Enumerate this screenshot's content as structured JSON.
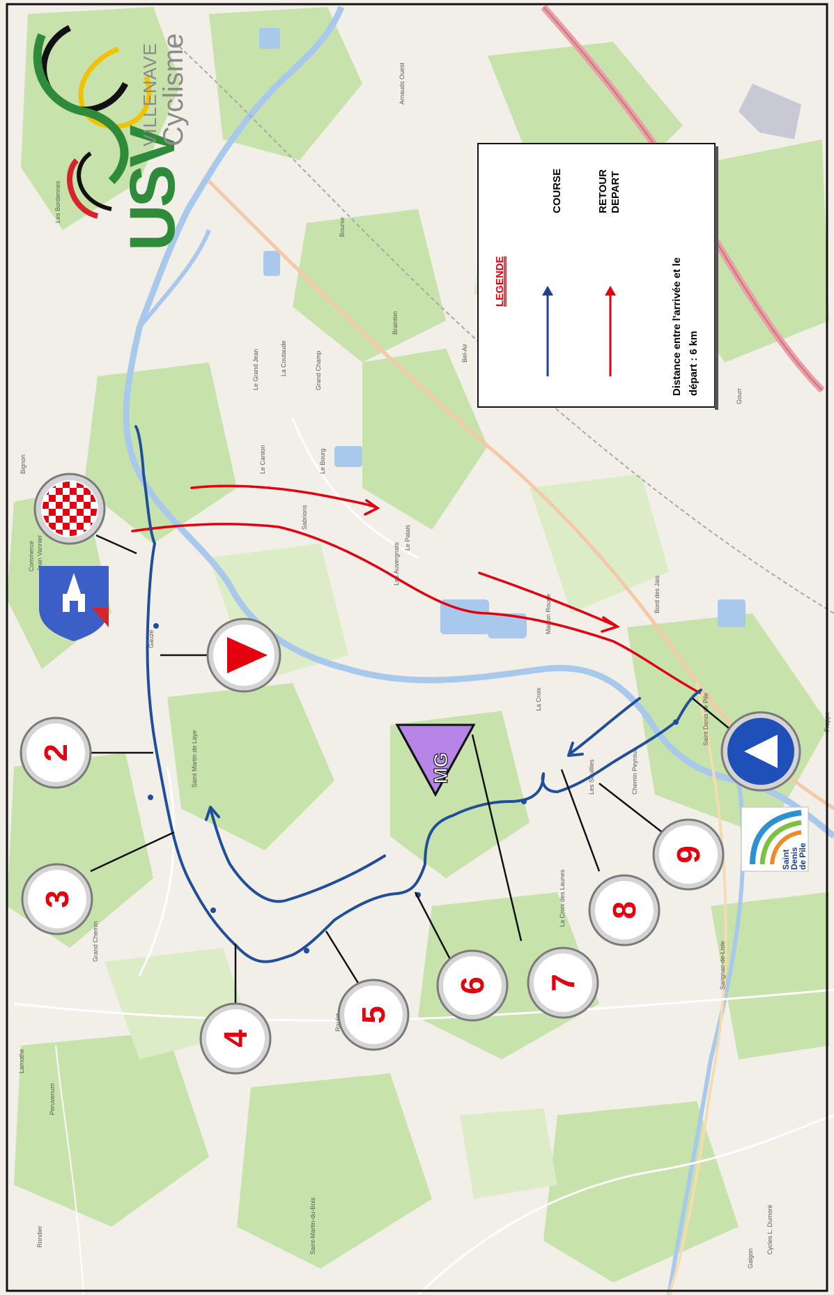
{
  "club": {
    "letters": "USV",
    "name": "VILLENAVE",
    "sport": "Cyclisme",
    "colors": {
      "green": "#2e8b3a",
      "yellow": "#f2c200",
      "black": "#111111",
      "red": "#d6232c"
    }
  },
  "legend": {
    "title": "LEGENDE",
    "items": [
      {
        "label": "COURSE",
        "color": "#1f3f8f"
      },
      {
        "label_line1": "RETOUR",
        "label_line2": "DEPART",
        "color": "#e3000f"
      }
    ],
    "distance_line1": "Distance entre l'arrivée et le",
    "distance_line2": "départ : 6 km"
  },
  "markers": {
    "finish": {
      "icon": "checkered-flag-icon"
    },
    "sprint": {
      "icon": "red-triangle-icon"
    },
    "start": {
      "icon": "blue-triangle-icon"
    },
    "mountain": {
      "label": "MG",
      "color": "#b784e8"
    },
    "numbers": [
      "2",
      "3",
      "4",
      "5",
      "6",
      "7",
      "8",
      "9"
    ]
  },
  "town_logo": {
    "line1": "Saint",
    "line2": "Denis",
    "line3": "de Pile"
  },
  "places": [
    "Commerce",
    "Jean Vannier",
    "Les Bordennes",
    "Saint Martin de Laye",
    "Grand Chemin",
    "Les Auvergnats",
    "Sabrions",
    "Le Grand Jean",
    "La Coutaude",
    "Grand Champ",
    "Le Canton",
    "Le Bourg",
    "Le Palais",
    "Saint Denis de Pile",
    "Maison Rouge",
    "La Croix",
    "Les Souillies",
    "Chemin Peyrout",
    "Sarignac-de-Lisle",
    "Bel-Air",
    "Frappe",
    "Galgon",
    "Cycles L. Dumoré",
    "Rondier",
    "Peruvenum",
    "Bignon",
    "Bord des Jais",
    "Gourr",
    "Saint-Martin-du-Bois",
    "Raulet",
    "Lamothe",
    "La Croix des Launes",
    "Arnauds Ouest",
    "Bourse",
    "Brainton",
    "Gauze"
  ]
}
